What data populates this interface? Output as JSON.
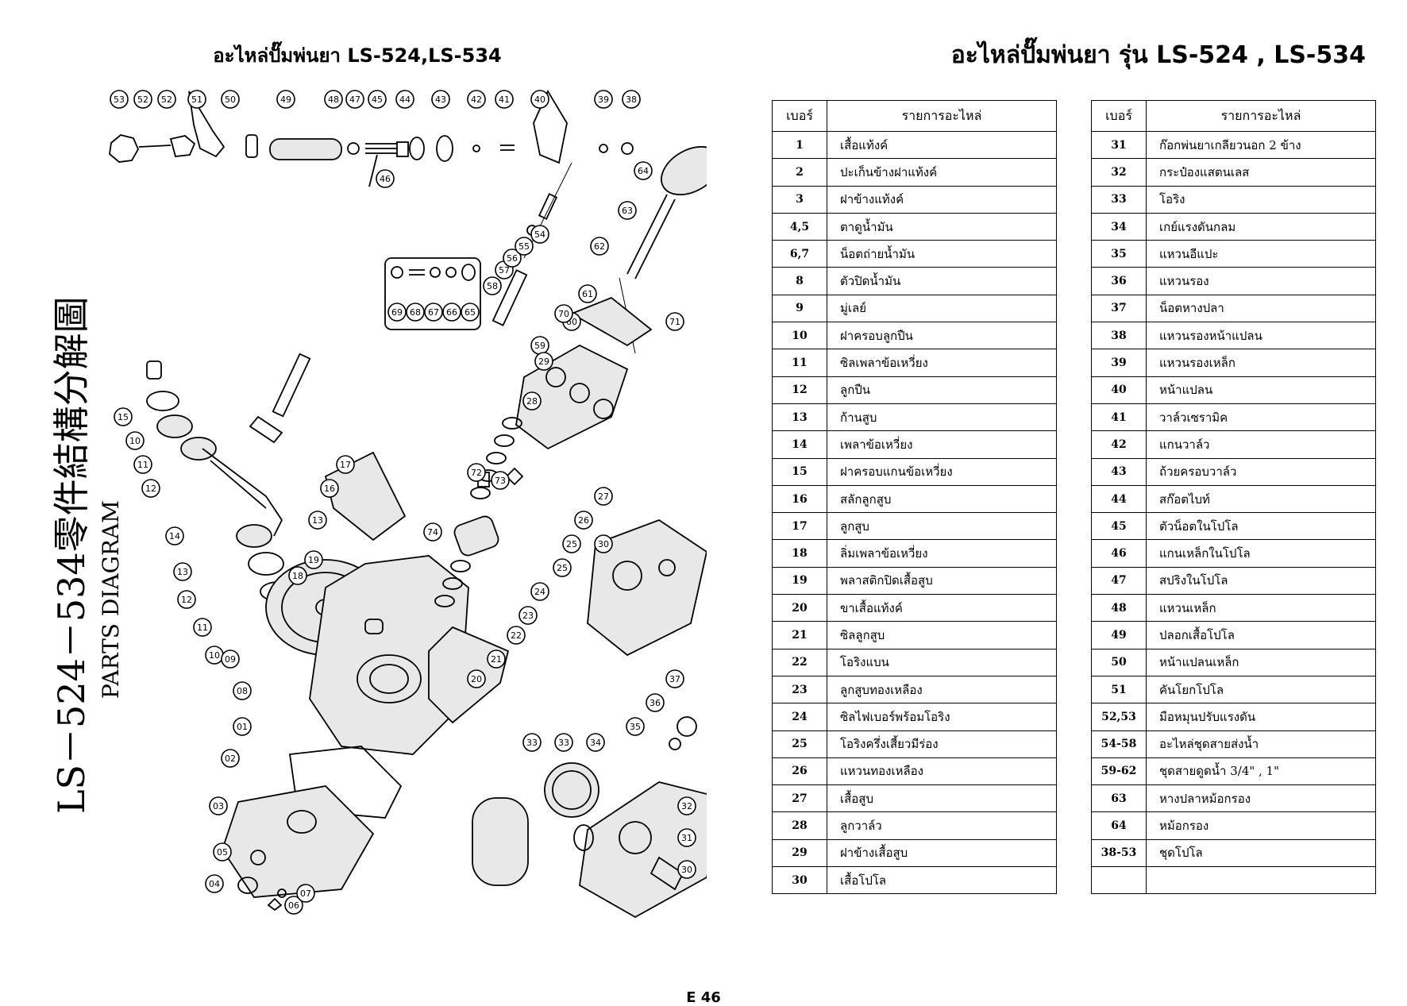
{
  "left_title": "อะไหล่ปั๊มพ่นยา LS-524,LS-534",
  "right_title": "อะไหล่ปั๊มพ่นยา รุ่น LS-524 , LS-534",
  "diagram": {
    "vertical_title": "LS－524－534零件結構分解圖",
    "vertical_subtitle": "PARTS DIAGRAM",
    "callouts": [
      "53",
      "52",
      "52",
      "51",
      "50",
      "49",
      "48",
      "47",
      "45",
      "44",
      "43",
      "42",
      "41",
      "40",
      "39",
      "38",
      "46",
      "64",
      "63",
      "62",
      "61",
      "60",
      "59",
      "58",
      "57",
      "56",
      "55",
      "54",
      "71",
      "70",
      "69",
      "68",
      "67",
      "66",
      "65",
      "29",
      "28",
      "15",
      "10",
      "11",
      "12",
      "14",
      "13",
      "12",
      "11",
      "10",
      "17",
      "16",
      "13",
      "19",
      "18",
      "72",
      "73",
      "74",
      "27",
      "26",
      "25",
      "25",
      "24",
      "23",
      "22",
      "21",
      "20",
      "30",
      "09",
      "08",
      "01",
      "02",
      "03",
      "05",
      "04",
      "06",
      "07",
      "37",
      "36",
      "35",
      "34",
      "33",
      "33",
      "32",
      "31",
      "30"
    ]
  },
  "table_headers": {
    "no": "เบอร์",
    "name": "รายการอะไหล่"
  },
  "parts_left": [
    {
      "no": "1",
      "name": "เสื้อแท้งค์"
    },
    {
      "no": "2",
      "name": "ปะเก็นข้างฝาแท้งค์"
    },
    {
      "no": "3",
      "name": "ฝาข้างแท้งค์"
    },
    {
      "no": "4,5",
      "name": "ตาดูน้ำมัน"
    },
    {
      "no": "6,7",
      "name": "น็อตถ่ายน้ำมัน"
    },
    {
      "no": "8",
      "name": "ตัวปิดน้ำมัน"
    },
    {
      "no": "9",
      "name": "มู่เลย์"
    },
    {
      "no": "10",
      "name": "ฝาครอบลูกปืน"
    },
    {
      "no": "11",
      "name": "ซิลเพลาข้อเหวี่ยง"
    },
    {
      "no": "12",
      "name": "ลูกปืน"
    },
    {
      "no": "13",
      "name": "ก้านสูบ"
    },
    {
      "no": "14",
      "name": "เพลาข้อเหวี่ยง"
    },
    {
      "no": "15",
      "name": "ฝาครอบแกนข้อเหวี่ยง"
    },
    {
      "no": "16",
      "name": "สลักลูกสูบ"
    },
    {
      "no": "17",
      "name": "ลูกสูบ"
    },
    {
      "no": "18",
      "name": "ลิ่มเพลาข้อเหวี่ยง"
    },
    {
      "no": "19",
      "name": "พลาสติกปิดเสื้อสูบ"
    },
    {
      "no": "20",
      "name": "ขาเสื้อแท้งค์"
    },
    {
      "no": "21",
      "name": "ซิลลูกสูบ"
    },
    {
      "no": "22",
      "name": "โอริงแบน"
    },
    {
      "no": "23",
      "name": "ลูกสูบทองเหลือง"
    },
    {
      "no": "24",
      "name": "ซิลไฟเบอร์พร้อมโอริง"
    },
    {
      "no": "25",
      "name": "โอริงครึ่งเสี้ยวมีร่อง"
    },
    {
      "no": "26",
      "name": "แหวนทองเหลือง"
    },
    {
      "no": "27",
      "name": "เสื้อสูบ"
    },
    {
      "no": "28",
      "name": "ลูกวาล์ว"
    },
    {
      "no": "29",
      "name": "ฝาข้างเสื้อสูบ"
    },
    {
      "no": "30",
      "name": "เสื้อโปโล"
    }
  ],
  "parts_right": [
    {
      "no": "31",
      "name": "ก๊อกพ่นยาเกลียวนอก 2 ข้าง"
    },
    {
      "no": "32",
      "name": "กระป๋องแสตนเลส"
    },
    {
      "no": "33",
      "name": "โอริง"
    },
    {
      "no": "34",
      "name": "เกย์แรงดันกลม"
    },
    {
      "no": "35",
      "name": "แหวนอีแปะ"
    },
    {
      "no": "36",
      "name": "แหวนรอง"
    },
    {
      "no": "37",
      "name": "น็อตหางปลา"
    },
    {
      "no": "38",
      "name": "แหวนรองหน้าแปลน"
    },
    {
      "no": "39",
      "name": "แหวนรองเหล็ก"
    },
    {
      "no": "40",
      "name": "หน้าแปลน"
    },
    {
      "no": "41",
      "name": "วาล์วเซรามิค"
    },
    {
      "no": "42",
      "name": "แกนวาล์ว"
    },
    {
      "no": "43",
      "name": "ถ้วยครอบวาล์ว"
    },
    {
      "no": "44",
      "name": "สก๊อตไบท์"
    },
    {
      "no": "45",
      "name": "ตัวน็อตในโปโล"
    },
    {
      "no": "46",
      "name": "แกนเหล็กในโปโล"
    },
    {
      "no": "47",
      "name": "สปริงในโปโล"
    },
    {
      "no": "48",
      "name": "แหวนเหล็ก"
    },
    {
      "no": "49",
      "name": "ปลอกเสื้อโปโล"
    },
    {
      "no": "50",
      "name": "หน้าแปลนเหล็ก"
    },
    {
      "no": "51",
      "name": "คันโยกโปโล"
    },
    {
      "no": "52,53",
      "name": "มือหมุนปรับแรงดัน"
    },
    {
      "no": "54-58",
      "name": "อะไหล่ชุดสายส่งน้ำ"
    },
    {
      "no": "59-62",
      "name": "ชุดสายดูดน้ำ 3/4\" , 1\""
    },
    {
      "no": "63",
      "name": "หางปลาหม้อกรอง"
    },
    {
      "no": "64",
      "name": "หม้อกรอง"
    },
    {
      "no": "38-53",
      "name": "ชุดโปโล"
    },
    {
      "no": "",
      "name": ""
    }
  ],
  "page_number": "E 46"
}
